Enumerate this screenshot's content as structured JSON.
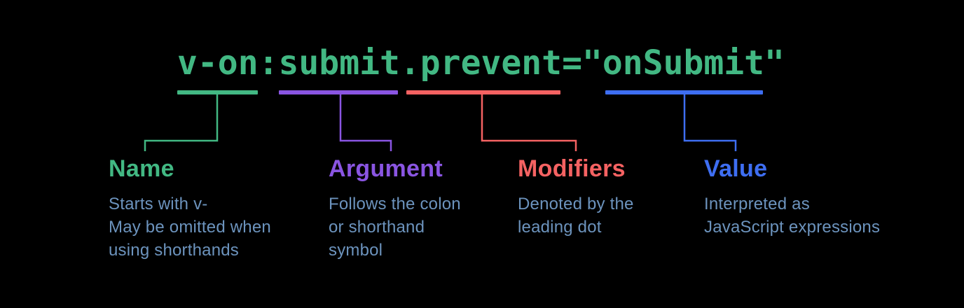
{
  "palette": {
    "background": "#000000",
    "description_text": "#6c93bd"
  },
  "code": {
    "text": "v-on:submit.prevent=\"onSubmit\"",
    "color": "#42b883"
  },
  "annotations": [
    {
      "label": "Name",
      "color": "#42b883",
      "underline_token": "v-on",
      "description": "Starts with v-\nMay be omitted when\nusing shorthands"
    },
    {
      "label": "Argument",
      "color": "#8a55e2",
      "underline_token": "submit",
      "description": "Follows the colon\nor shorthand\nsymbol"
    },
    {
      "label": "Modifiers",
      "color": "#f56262",
      "underline_token": ".prevent",
      "description": "Denoted by the\nleading dot"
    },
    {
      "label": "Value",
      "color": "#3e6ef2",
      "underline_token": "onSubmit",
      "description": "Interpreted as\nJavaScript expressions"
    }
  ]
}
